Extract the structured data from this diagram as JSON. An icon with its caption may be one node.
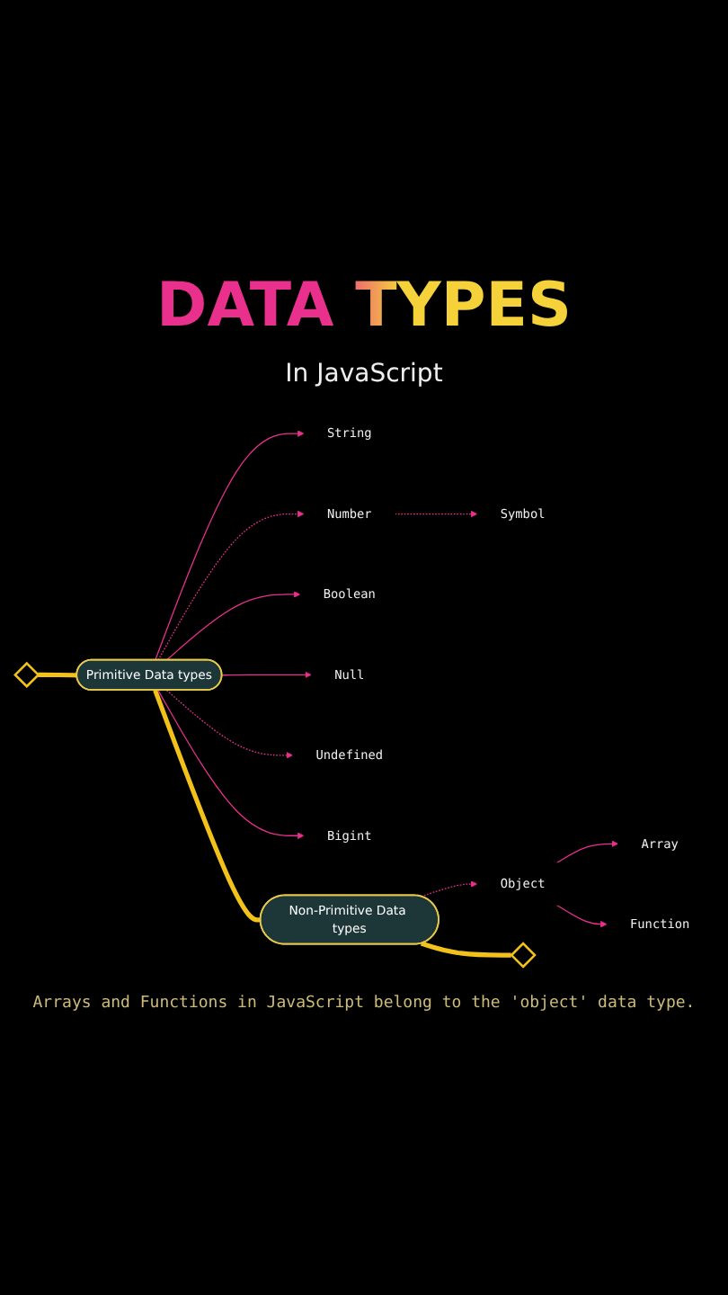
{
  "diagram": {
    "title": "DATA TYPES",
    "nodes": [
      {
        "text": [],
        "shape": "diamond"
      },
      {
        "text": [
          "Primitive Data types"
        ]
      },
      {
        "text": [
          "String"
        ]
      },
      {
        "text": [
          "Number"
        ]
      },
      {
        "text": [
          "Symbol"
        ]
      },
      {
        "text": [
          "Boolean"
        ]
      },
      {
        "text": [
          "Null"
        ]
      },
      {
        "text": [
          "Undefined"
        ]
      },
      {
        "text": [
          "Bigint"
        ]
      },
      {
        "text": [
          "Non-Primitive Data types"
        ]
      },
      {
        "text": [
          "Object"
        ]
      },
      {
        "text": [
          "Array"
        ]
      },
      {
        "text": [
          "Function"
        ]
      },
      {
        "text": [],
        "shape": "diamond"
      }
    ],
    "edges": [
      {
        "from": 0,
        "to": 1,
        "arrow": "none",
        "style": "thick",
        "color": "#f2c21b"
      },
      {
        "from": 1,
        "to": 9,
        "arrow": "none",
        "style": "thick",
        "color": "#f2c21b"
      },
      {
        "from": 9,
        "to": 13,
        "arrow": "none",
        "style": "thick",
        "color": "#f2c21b"
      },
      {
        "from": 1,
        "to": 2,
        "arrow": "to"
      },
      {
        "from": 1,
        "to": 3,
        "arrow": "to",
        "style": "dashed"
      },
      {
        "from": 3,
        "to": 4,
        "arrow": "to",
        "style": "dashed"
      },
      {
        "from": 1,
        "to": 5,
        "arrow": "to"
      },
      {
        "from": 1,
        "to": 6,
        "arrow": "to"
      },
      {
        "from": 1,
        "to": 7,
        "arrow": "to",
        "style": "dashed"
      },
      {
        "from": 1,
        "to": 8,
        "arrow": "to"
      },
      {
        "from": 9,
        "to": 10,
        "arrow": "to",
        "style": "dashed"
      },
      {
        "from": 10,
        "to": 11,
        "arrow": "to"
      },
      {
        "from": 10,
        "to": 12,
        "arrow": "to"
      }
    ],
    "labels": [
      "In JavaScript"
    ],
    "caption": "Arrays and Functions in JavaScript belong to the 'object' data type."
  }
}
